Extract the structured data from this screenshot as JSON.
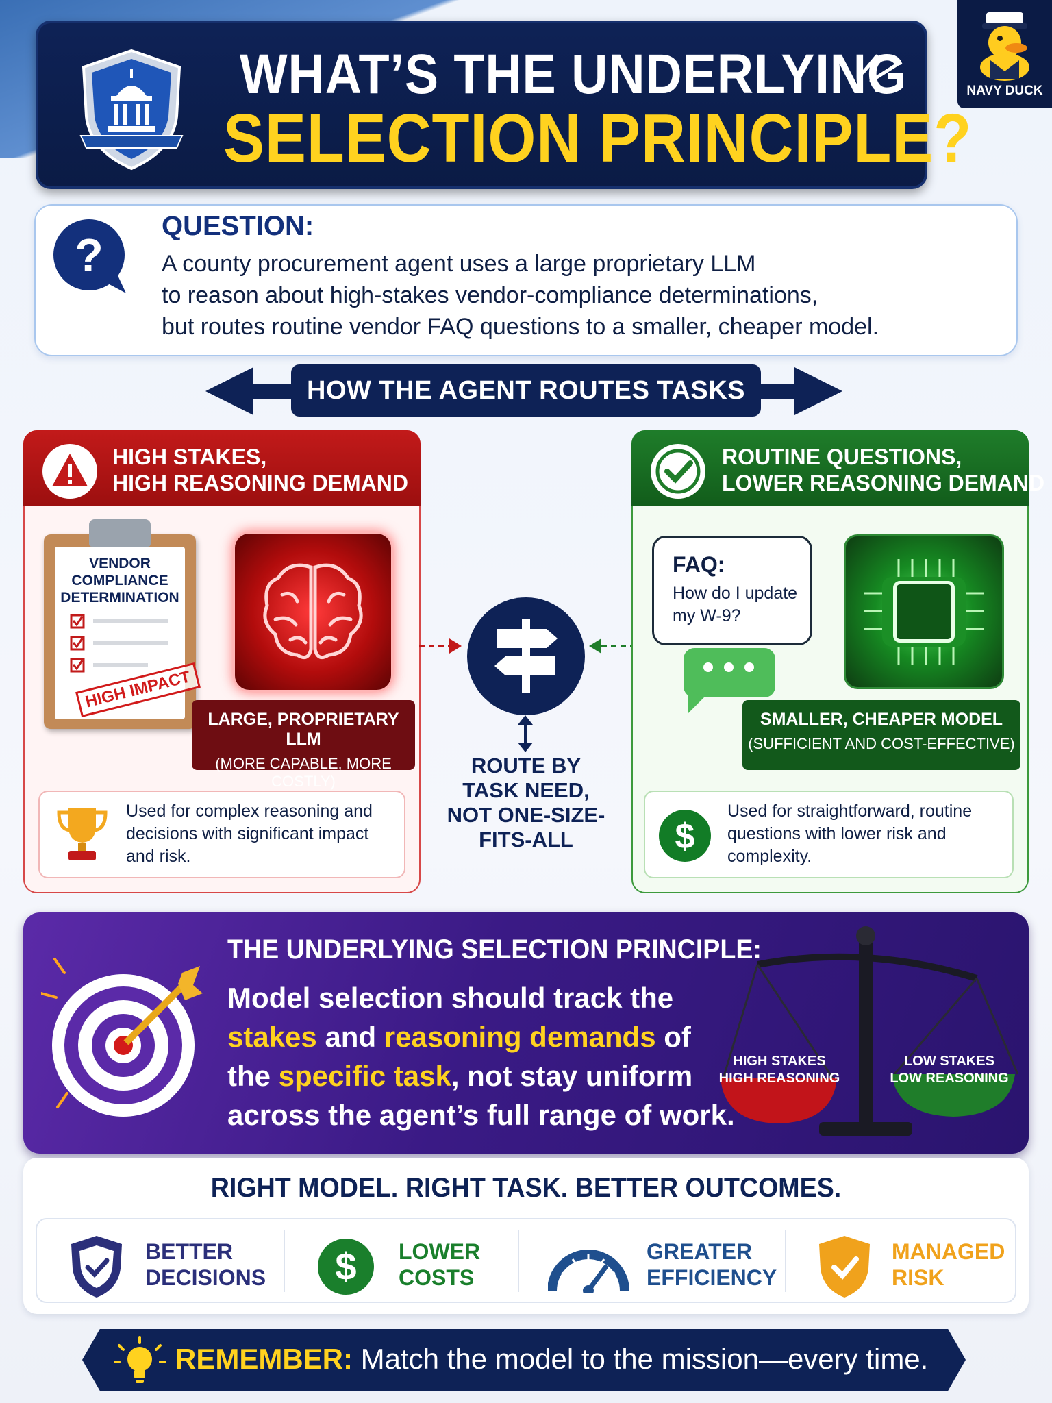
{
  "header": {
    "title_line1": "WHAT’S THE UNDERLYING",
    "title_line2": "SELECTION PRINCIPLE?",
    "badge": "NAVY DUCK"
  },
  "question": {
    "label": "QUESTION:",
    "line1": "A county procurement agent uses a large proprietary LLM",
    "line2": "to reason about high-stakes vendor-compliance determinations,",
    "line3": "but routes routine vendor FAQ questions to a smaller, cheaper model."
  },
  "routing": {
    "banner": "HOW THE AGENT ROUTES TASKS",
    "center_line1": "ROUTE BY",
    "center_line2": "TASK NEED,",
    "center_line3": "NOT ONE-SIZE-",
    "center_line4": "FITS-ALL"
  },
  "left_panel": {
    "head_line1": "HIGH STAKES,",
    "head_line2": "HIGH REASONING DEMAND",
    "clipboard_line1": "VENDOR",
    "clipboard_line2": "COMPLIANCE",
    "clipboard_line3": "DETERMINATION",
    "stamp": "HIGH IMPACT",
    "model_line1": "LARGE, PROPRIETARY LLM",
    "model_line2": "(MORE CAPABLE, MORE COSTLY)",
    "note": "Used for complex reasoning and decisions with significant impact and risk."
  },
  "right_panel": {
    "head_line1": "ROUTINE QUESTIONS,",
    "head_line2": "LOWER REASONING DEMAND",
    "faq_title": "FAQ:",
    "faq_text": "How do I update my W-9?",
    "model_line1": "SMALLER, CHEAPER MODEL",
    "model_line2": "(SUFFICIENT AND COST-EFFECTIVE)",
    "note": "Used for straightforward, routine questions with lower risk and complexity."
  },
  "principle": {
    "head": "THE UNDERLYING SELECTION PRINCIPLE:",
    "p1": "Model selection should track the",
    "p2_h1": "stakes",
    "p2_mid": " and ",
    "p2_h2": "reasoning demands",
    "p2_end": " of",
    "p3_start": "the ",
    "p3_h": "specific task",
    "p3_end": ", not stay uniform",
    "p4": "across the agent’s full range of work.",
    "scale_left_line1": "HIGH STAKES",
    "scale_left_line2": "HIGH REASONING",
    "scale_right_line1": "LOW STAKES",
    "scale_right_line2": "LOW REASONING"
  },
  "outcomes": {
    "head": "RIGHT MODEL. RIGHT TASK. BETTER OUTCOMES.",
    "items": [
      {
        "line1": "BETTER",
        "line2": "DECISIONS",
        "color": "#2b2f7a"
      },
      {
        "line1": "LOWER",
        "line2": "COSTS",
        "color": "#1a7f2c"
      },
      {
        "line1": "GREATER",
        "line2": "EFFICIENCY",
        "color": "#1f4f8e"
      },
      {
        "line1": "MANAGED",
        "line2": "RISK",
        "color": "#f0a21c"
      }
    ]
  },
  "remember": {
    "key": "REMEMBER:",
    "text": " Match the model to the mission—every time."
  },
  "colors": {
    "navy": "#0e2256",
    "yellow": "#ffd21f",
    "red": "#c21a1a",
    "green": "#1f7d2a",
    "purple": "#4a2296"
  },
  "icons": [
    "shield-capitol-icon",
    "duck-icon",
    "question-icon",
    "warning-icon",
    "check-icon",
    "brain-icon",
    "chip-icon",
    "signpost-icon",
    "trophy-icon",
    "dollar-icon",
    "target-icon",
    "scale-icon",
    "shield-check-icon",
    "gauge-icon",
    "lightbulb-icon"
  ]
}
